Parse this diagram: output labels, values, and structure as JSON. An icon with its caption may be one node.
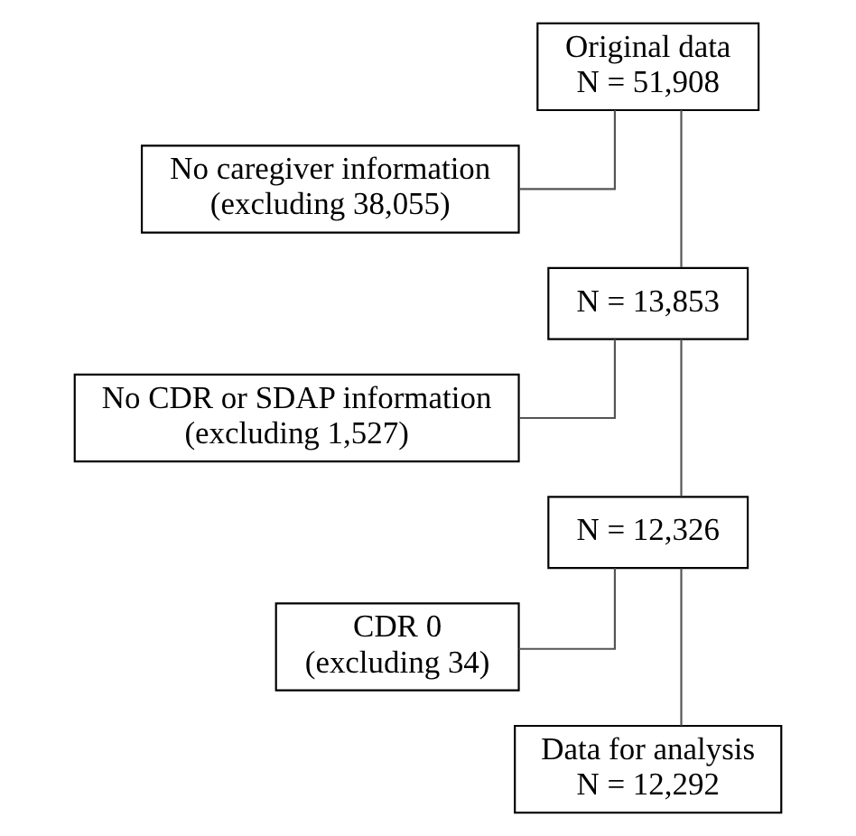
{
  "diagram": {
    "nodes": [
      {
        "text": [
          "Original data N = 51,908"
        ]
      },
      {
        "text": [
          "No caregiver information (excluding 38,055)"
        ]
      },
      {
        "text": [
          "N = 13,853"
        ]
      },
      {
        "text": [
          "No CDR or SDAP information (excluding 1,527)"
        ]
      },
      {
        "text": [
          "N = 12,326"
        ]
      },
      {
        "text": [
          "CDR 0 (excluding 34)"
        ]
      },
      {
        "text": [
          "Data for analysis N = 12,292"
        ]
      }
    ],
    "edges": [
      {
        "from": 0,
        "to": 2,
        "arrow": "none"
      },
      {
        "from": 0,
        "to": 1,
        "arrow": "none"
      },
      {
        "from": 2,
        "to": 4,
        "arrow": "none"
      },
      {
        "from": 2,
        "to": 3,
        "arrow": "none"
      },
      {
        "from": 4,
        "to": 6,
        "arrow": "none"
      },
      {
        "from": 4,
        "to": 5,
        "arrow": "none"
      }
    ]
  }
}
